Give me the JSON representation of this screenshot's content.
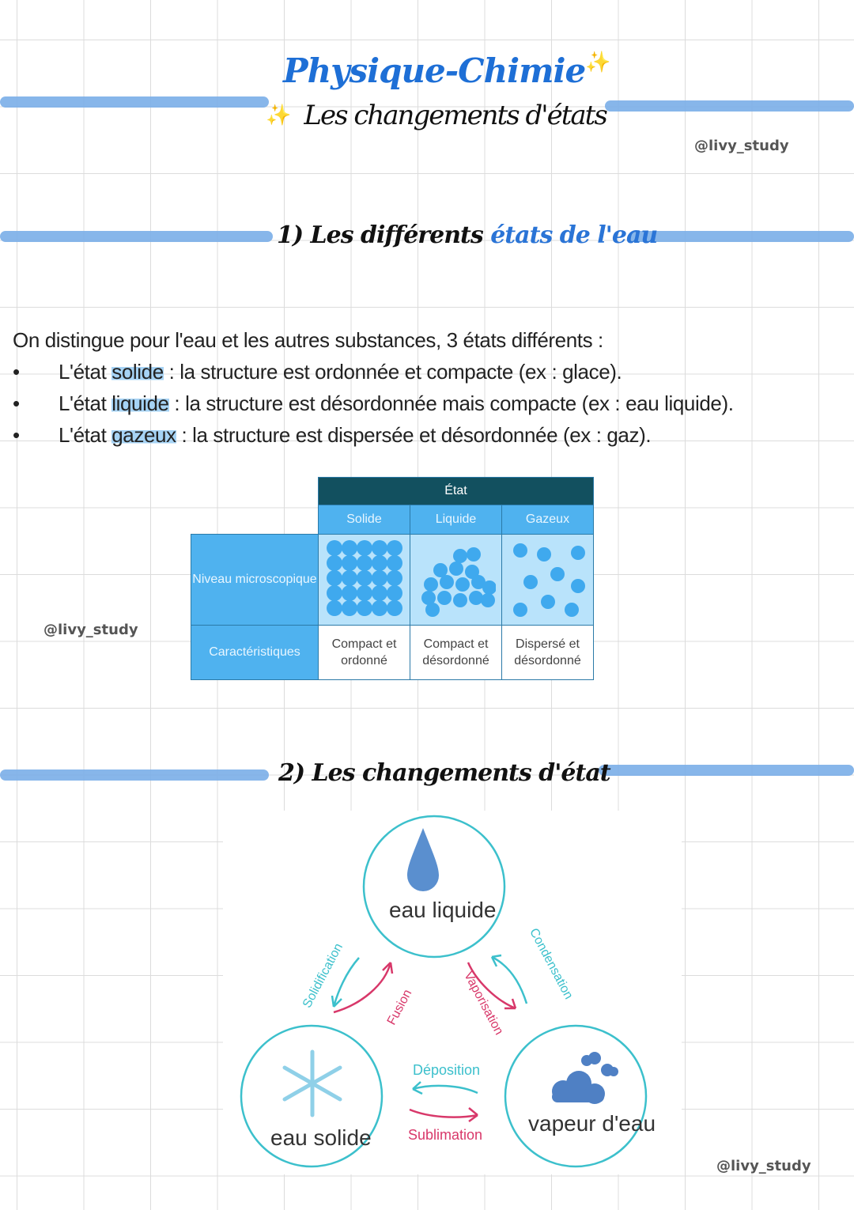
{
  "header": {
    "title": "Physique-Chimie",
    "subtitle": "Les changements d'états",
    "handle": "@livy_study",
    "sparkle": "✨"
  },
  "section1": {
    "title_part1": "1) Les différents ",
    "title_part2": "états de l'eau"
  },
  "intro": "On distingue pour l'eau et les autres substances, 3 états différents :",
  "bullets": [
    {
      "prefix": "L'état ",
      "state": "solide",
      "rest": " : la structure est ordonnée et compacte (ex : glace)."
    },
    {
      "prefix": "L'état ",
      "state": "liquide",
      "rest": " : la structure est désordonnée mais compacte (ex : eau liquide)."
    },
    {
      "prefix": "L'état ",
      "state": "gazeux",
      "rest": " : la structure est dispersée et désordonnée (ex : gaz)."
    }
  ],
  "table": {
    "header": "État",
    "columns": [
      "Solide",
      "Liquide",
      "Gazeux"
    ],
    "row_labels": [
      "Niveau microscopique",
      "Caractéristiques"
    ],
    "characteristics": [
      "Compact et ordonné",
      "Compact et désordonné",
      "Dispersé et désordonné"
    ]
  },
  "handle_left": "@livy_study",
  "section2": {
    "title": "2) Les changements d'état"
  },
  "diagram": {
    "states": {
      "liquid": "eau liquide",
      "solid": "eau solide",
      "gas": "vapeur d'eau"
    },
    "transitions": {
      "solidification": "Solidification",
      "fusion": "Fusion",
      "vaporisation": "Vaporisation",
      "condensation": "Condensation",
      "deposition": "Déposition",
      "sublimation": "Sublimation"
    },
    "colors": {
      "cyan": "#3cc0cc",
      "pink": "#d8386a"
    }
  },
  "handle_bottom": "@livy_study"
}
